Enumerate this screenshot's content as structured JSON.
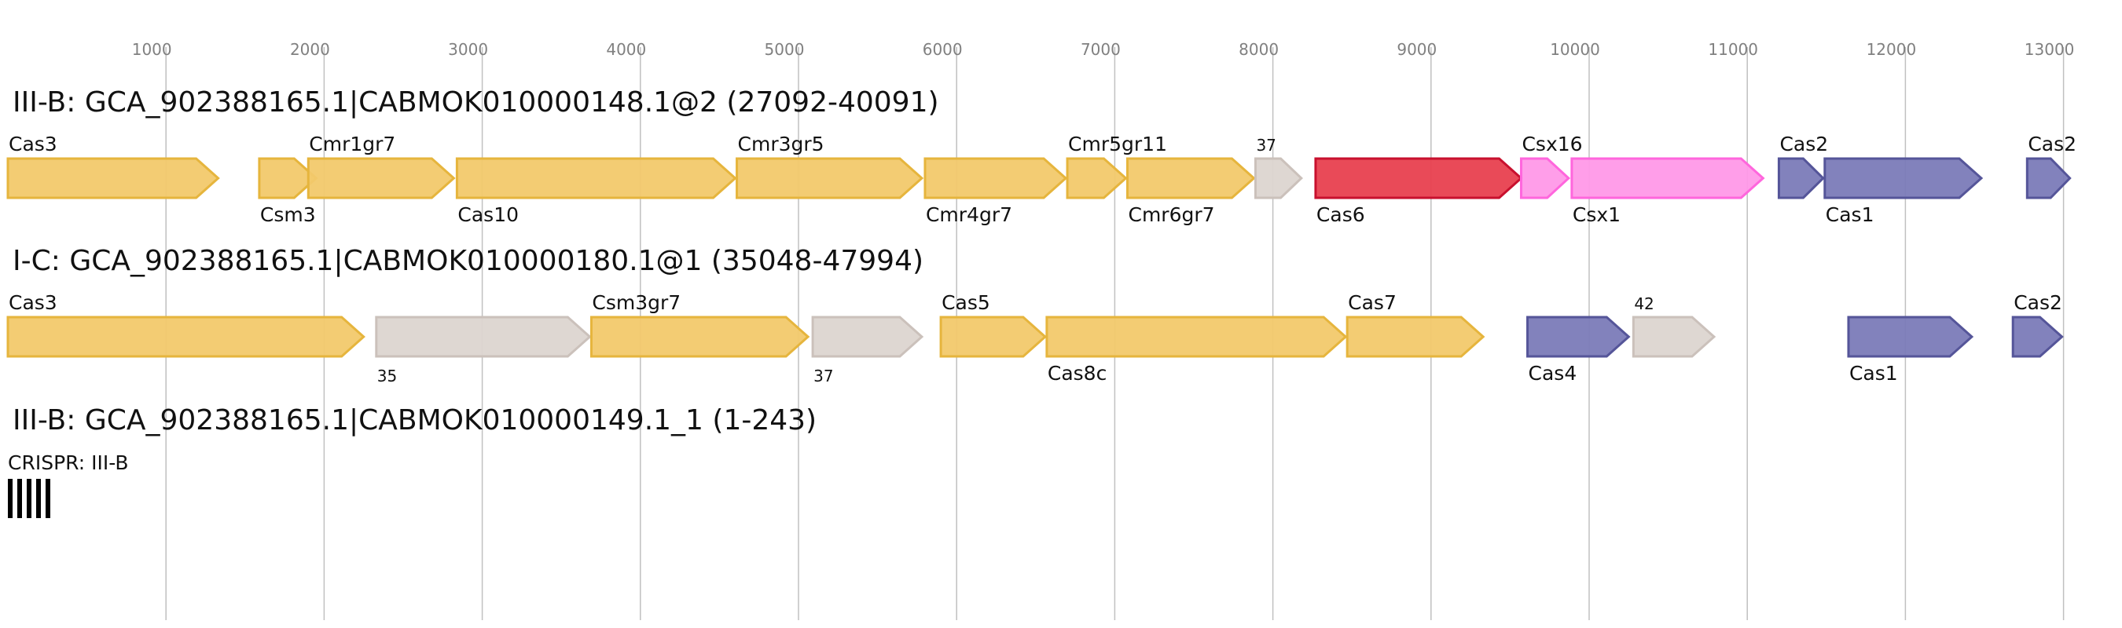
{
  "axis": {
    "ticks": [
      {
        "value": 1000,
        "label": "1000"
      },
      {
        "value": 2000,
        "label": "2000"
      },
      {
        "value": 3000,
        "label": "3000"
      },
      {
        "value": 4000,
        "label": "4000"
      },
      {
        "value": 5000,
        "label": "5000"
      },
      {
        "value": 6000,
        "label": "6000"
      },
      {
        "value": 7000,
        "label": "7000"
      },
      {
        "value": 8000,
        "label": "8000"
      },
      {
        "value": 9000,
        "label": "9000"
      },
      {
        "value": 10000,
        "label": "10000"
      },
      {
        "value": 11000,
        "label": "11000"
      },
      {
        "value": 12000,
        "label": "12000"
      },
      {
        "value": 13000,
        "label": "13000"
      }
    ],
    "range": [
      0,
      13300
    ]
  },
  "colors": {
    "cas_core": "#f2c96b",
    "cas_core_stroke": "#e6b53d",
    "unknown": "#dcd5d0",
    "unknown_stroke": "#cbc1bb",
    "cas6": "#e8404f",
    "cas6_stroke": "#c8102e",
    "csx": "#ff99e8",
    "csx_stroke": "#ff66dd",
    "adaptation": "#7b7bb8",
    "adaptation_stroke": "#555599",
    "crispr": "#000000",
    "grid": "#c0c0c0"
  },
  "tracks": [
    {
      "title": "III-B: GCA_902388165.1|CABMOK010000148.1@2 (27092-40091)",
      "genes": [
        {
          "label": "Cas3",
          "start": 0,
          "end": 1330,
          "color": "cas_core",
          "label_pos": "above",
          "small": false
        },
        {
          "label": "Csm3",
          "start": 1590,
          "end": 1950,
          "color": "cas_core",
          "label_pos": "below",
          "small": false
        },
        {
          "label": "Cmr1gr7",
          "start": 1900,
          "end": 2820,
          "color": "cas_core",
          "label_pos": "above",
          "small": false
        },
        {
          "label": "Cas10",
          "start": 2840,
          "end": 4600,
          "color": "cas_core",
          "label_pos": "below",
          "small": false
        },
        {
          "label": "Cmr3gr5",
          "start": 4610,
          "end": 5780,
          "color": "cas_core",
          "label_pos": "above",
          "small": false
        },
        {
          "label": "Cmr4gr7",
          "start": 5800,
          "end": 6690,
          "color": "cas_core",
          "label_pos": "below",
          "small": false
        },
        {
          "label": "Cmr5gr11",
          "start": 6700,
          "end": 7070,
          "color": "cas_core",
          "label_pos": "above",
          "small": false
        },
        {
          "label": "Cmr6gr7",
          "start": 7080,
          "end": 7880,
          "color": "cas_core",
          "label_pos": "below",
          "small": false
        },
        {
          "label": "37",
          "start": 7890,
          "end": 8180,
          "color": "unknown",
          "label_pos": "above",
          "small": true
        },
        {
          "label": "Cas6",
          "start": 8270,
          "end": 9570,
          "color": "cas6",
          "label_pos": "below",
          "small": false
        },
        {
          "label": "Csx16",
          "start": 9570,
          "end": 9870,
          "color": "csx",
          "label_pos": "above",
          "small": false
        },
        {
          "label": "Csx1",
          "start": 9890,
          "end": 11100,
          "color": "csx",
          "label_pos": "below",
          "small": false
        },
        {
          "label": "Cas2",
          "start": 11200,
          "end": 11480,
          "color": "adaptation",
          "label_pos": "above",
          "small": false
        },
        {
          "label": "Cas1",
          "start": 11490,
          "end": 12480,
          "color": "adaptation",
          "label_pos": "below",
          "small": false
        },
        {
          "label": "Cas2",
          "start": 12770,
          "end": 13040,
          "color": "adaptation",
          "label_pos": "above",
          "small": false
        }
      ]
    },
    {
      "title": "I-C: GCA_902388165.1|CABMOK010000180.1@1 (35048-47994)",
      "genes": [
        {
          "label": "Cas3",
          "start": 0,
          "end": 2250,
          "color": "cas_core",
          "label_pos": "above",
          "small": false
        },
        {
          "label": "35",
          "start": 2330,
          "end": 3680,
          "color": "unknown",
          "label_pos": "below",
          "small": true
        },
        {
          "label": "Csm3gr7",
          "start": 3690,
          "end": 5060,
          "color": "cas_core",
          "label_pos": "above",
          "small": false
        },
        {
          "label": "37",
          "start": 5090,
          "end": 5780,
          "color": "unknown",
          "label_pos": "below",
          "small": true
        },
        {
          "label": "Cas5",
          "start": 5900,
          "end": 6560,
          "color": "cas_core",
          "label_pos": "above",
          "small": false
        },
        {
          "label": "Cas8c",
          "start": 6570,
          "end": 8460,
          "color": "cas_core",
          "label_pos": "below",
          "small": false
        },
        {
          "label": "Cas7",
          "start": 8470,
          "end": 9330,
          "color": "cas_core",
          "label_pos": "above",
          "small": false
        },
        {
          "label": "Cas4",
          "start": 9610,
          "end": 10250,
          "color": "adaptation",
          "label_pos": "below",
          "small": false
        },
        {
          "label": "42",
          "start": 10280,
          "end": 10790,
          "color": "unknown",
          "label_pos": "above",
          "small": true
        },
        {
          "label": "Cas1",
          "start": 11640,
          "end": 12420,
          "color": "adaptation",
          "label_pos": "below",
          "small": false
        },
        {
          "label": "Cas2",
          "start": 12680,
          "end": 12990,
          "color": "adaptation",
          "label_pos": "above",
          "small": false
        }
      ]
    },
    {
      "title": "III-B: GCA_902388165.1|CABMOK010000149.1_1 (1-243)",
      "crispr": {
        "label": "CRISPR: III-B",
        "repeats": 5
      }
    }
  ]
}
